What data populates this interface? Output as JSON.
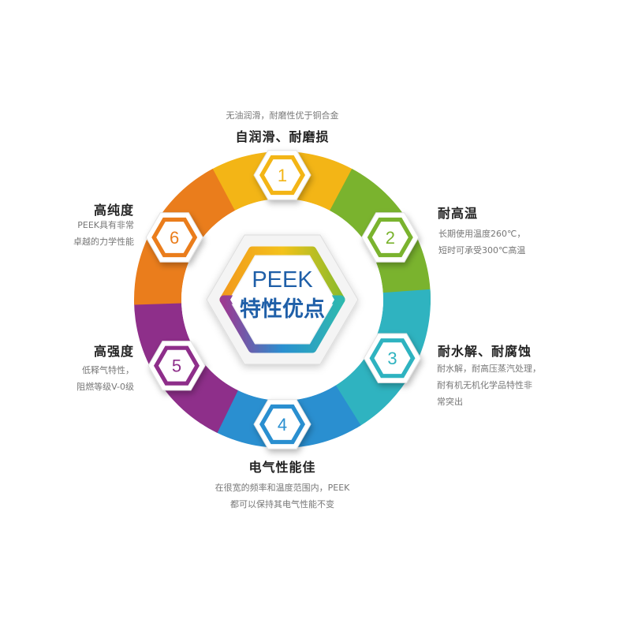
{
  "center": {
    "line1": "PEEK",
    "line2": "特性优点"
  },
  "features": [
    {
      "number": "1",
      "title": "自润滑、耐磨损",
      "desc": [
        "无油润滑，耐磨性优于铜合金"
      ],
      "color": "#f3b516"
    },
    {
      "number": "2",
      "title": "耐高温",
      "desc": [
        "长期使用温度260℃，",
        "短时可承受300℃高温"
      ],
      "color": "#7ab32e"
    },
    {
      "number": "3",
      "title": "耐水解、耐腐蚀",
      "desc": [
        "耐水解，耐高压蒸汽处理，",
        "耐有机无机化学品特性非",
        "常突出"
      ],
      "color": "#2fb3c0"
    },
    {
      "number": "4",
      "title": "电气性能佳",
      "desc": [
        "在很宽的频率和温度范围内，PEEK",
        "都可以保持其电气性能不变"
      ],
      "color": "#2a8fd0"
    },
    {
      "number": "5",
      "title": "高强度",
      "desc": [
        "低释气特性，",
        "阻燃等级V-0级"
      ],
      "color": "#8e2f8a"
    },
    {
      "number": "6",
      "title": "高纯度",
      "desc": [
        "PEEK具有非常",
        "卓越的力学性能"
      ],
      "color": "#ea7d1c"
    }
  ],
  "colors": {
    "center_text": "#1f5fa8",
    "ring": [
      "#f3b516",
      "#7ab32e",
      "#2fb3c0",
      "#2a8fd0",
      "#8e2f8a",
      "#ea7d1c"
    ]
  }
}
